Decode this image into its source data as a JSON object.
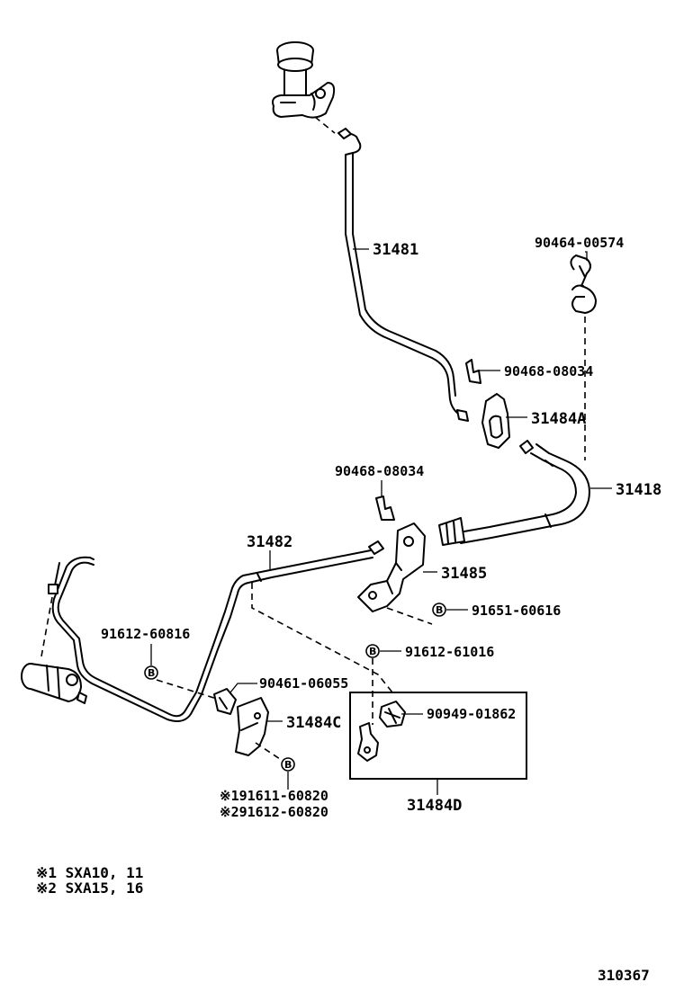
{
  "labels": {
    "p31481": "31481",
    "p90464": "90464-00574",
    "p90468a": "90468-08034",
    "p31484A": "31484A",
    "p31418": "31418",
    "p90468b": "90468-08034",
    "p31482": "31482",
    "p31485": "31485",
    "p91651": "91651-60616",
    "p91612a": "91612-60816",
    "p91612b": "91612-61016",
    "p90461": "90461-06055",
    "p31484C": "31484C",
    "p90949": "90949-01862",
    "p31484D": "31484D",
    "alt1": "※191611-60820",
    "alt2": "※291612-60820"
  },
  "bolt_marker": "B",
  "notes": {
    "n1": "※1 SXA10, 11",
    "n2": "※2 SXA15, 16"
  },
  "diagram_code": "310367"
}
